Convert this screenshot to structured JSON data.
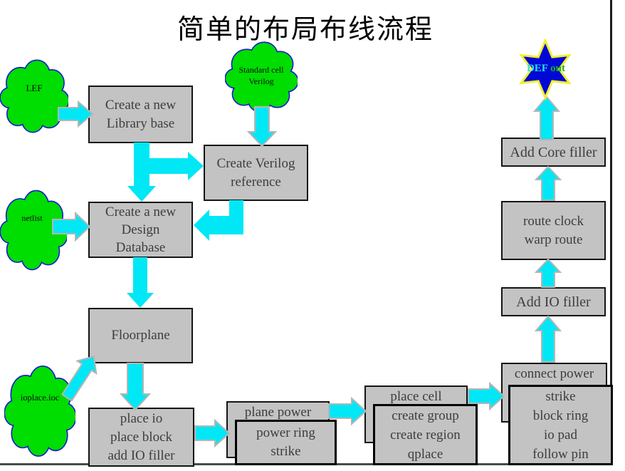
{
  "title": "简单的布局布线流程",
  "clouds": {
    "lef": {
      "label": "LEF"
    },
    "standard_cell": {
      "lines": [
        "Standard cell",
        "Verilog"
      ]
    },
    "netlist": {
      "label": "netlist"
    },
    "ioplace": {
      "label": "ioplace.ioc"
    }
  },
  "star": {
    "def_label": "DEF",
    "out_label": "out"
  },
  "boxes": {
    "library_base": {
      "lines": [
        "Create a new",
        "Library base"
      ]
    },
    "verilog_ref": {
      "lines": [
        "Create Verilog",
        "reference"
      ]
    },
    "design_db": {
      "lines": [
        "Create a new",
        "Design",
        "Database"
      ]
    },
    "floorplane": {
      "lines": [
        "Floorplane"
      ]
    },
    "place_io": {
      "lines": [
        "place io",
        "place block",
        "add IO filler"
      ]
    },
    "plane_power": {
      "lines": [
        "plane power"
      ]
    },
    "power_ring": {
      "lines": [
        "power ring",
        "strike"
      ]
    },
    "place_cell": {
      "lines": [
        "place cell"
      ]
    },
    "create_group": {
      "lines": [
        "create group",
        "create region",
        "qplace"
      ]
    },
    "connect_power": {
      "lines": [
        "connect power"
      ]
    },
    "strike_stack": {
      "lines": [
        "strike",
        "block ring",
        "io pad",
        "follow pin"
      ]
    },
    "add_io_filler": {
      "lines": [
        "Add IO filler"
      ]
    },
    "route_clock": {
      "lines": [
        "route clock",
        "warp route"
      ]
    },
    "add_core_filler": {
      "lines": [
        "Add Core filler"
      ]
    }
  },
  "colors": {
    "arrow": "#00e7f5",
    "box_fill": "#c3c3c3",
    "box_border": "#141414",
    "cloud_fill": "#00dd00",
    "cloud_border": "#1a1acc",
    "star_fill": "#0008d6",
    "star_border": "#f2ef2f",
    "star_text_def": "#2be0ee",
    "star_text_out": "#14b514",
    "title_color": "#000000"
  }
}
